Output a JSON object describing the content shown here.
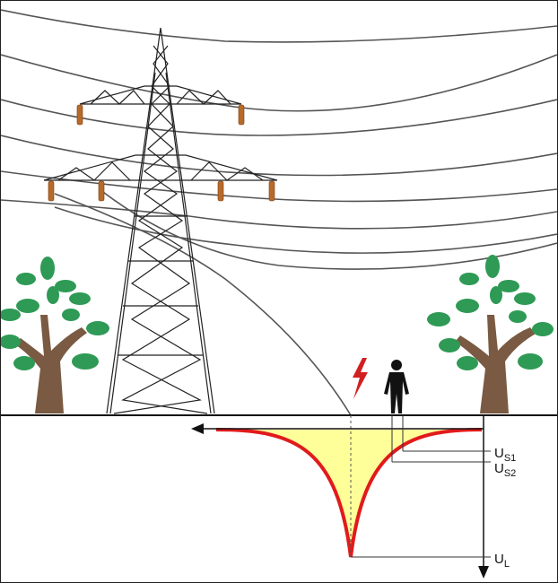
{
  "labels": {
    "us1": {
      "main": "U",
      "sub": "S1"
    },
    "us2": {
      "main": "U",
      "sub": "S2"
    },
    "ul": {
      "main": "U",
      "sub": "L"
    }
  },
  "icons": {
    "lightning": "lightning-bolt-icon",
    "person": "person-icon",
    "tree": "tree-icon",
    "tower": "transmission-tower-icon"
  },
  "colors": {
    "potential_curve": "#e11b1b",
    "potential_fill": "#ffff99",
    "insulator": "#b86a2a",
    "foliage": "#2e9a55",
    "trunk": "#7a5a42",
    "lightning": "#d21f1f",
    "wires": "#555555"
  }
}
